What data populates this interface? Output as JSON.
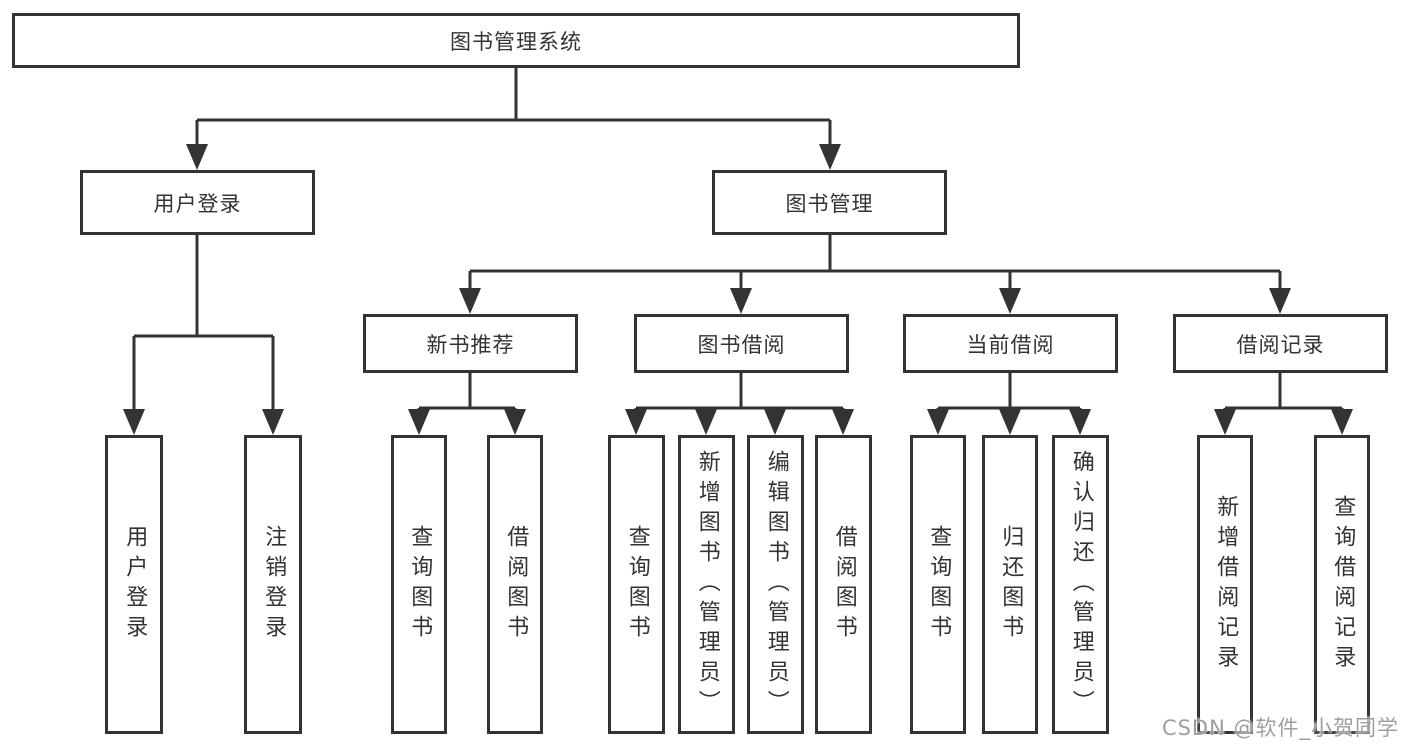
{
  "diagram": {
    "root": {
      "label": "图书管理系统"
    },
    "modules": [
      {
        "label": "用户登录"
      },
      {
        "label": "图书管理"
      }
    ],
    "submodules": [
      {
        "label": "新书推荐"
      },
      {
        "label": "图书借阅"
      },
      {
        "label": "当前借阅"
      },
      {
        "label": "借阅记录"
      }
    ],
    "leaves": {
      "user": [
        "用户登录",
        "注销登录"
      ],
      "newbook": [
        "查询图书",
        "借阅图书"
      ],
      "borrow": [
        "查询图书",
        "新增图书（管理员）",
        "编辑图书（管理员）",
        "借阅图书"
      ],
      "current": [
        "查询图书",
        "归还图书",
        "确认归还（管理员）"
      ],
      "record": [
        "新增借阅记录",
        "查询借阅记录"
      ]
    }
  },
  "watermark": {
    "text": "CSDN @软件_小贺同学"
  },
  "colors": {
    "line": "#333333",
    "text": "#333333",
    "background": "#ffffff",
    "watermark": "#9e9e9e"
  }
}
